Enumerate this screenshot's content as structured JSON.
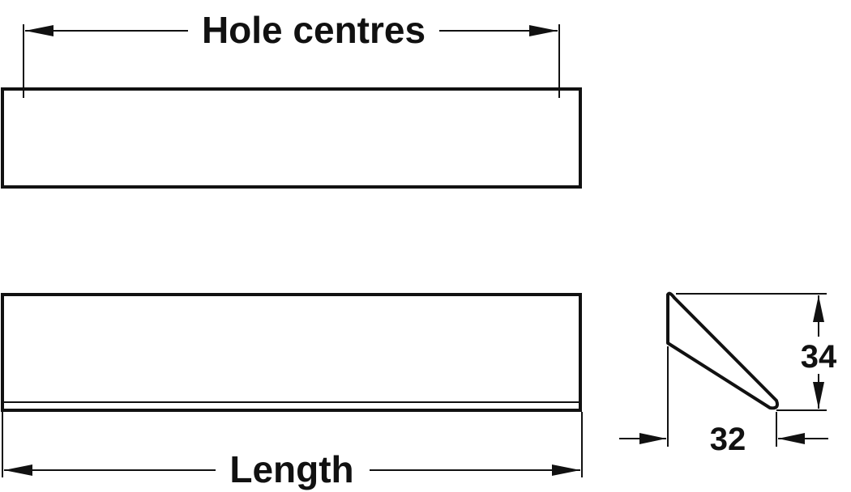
{
  "labels": {
    "hole_centres": "Hole centres",
    "length": "Length",
    "height": "34",
    "depth": "32"
  },
  "colors": {
    "line": "#111111",
    "background": "#ffffff"
  }
}
